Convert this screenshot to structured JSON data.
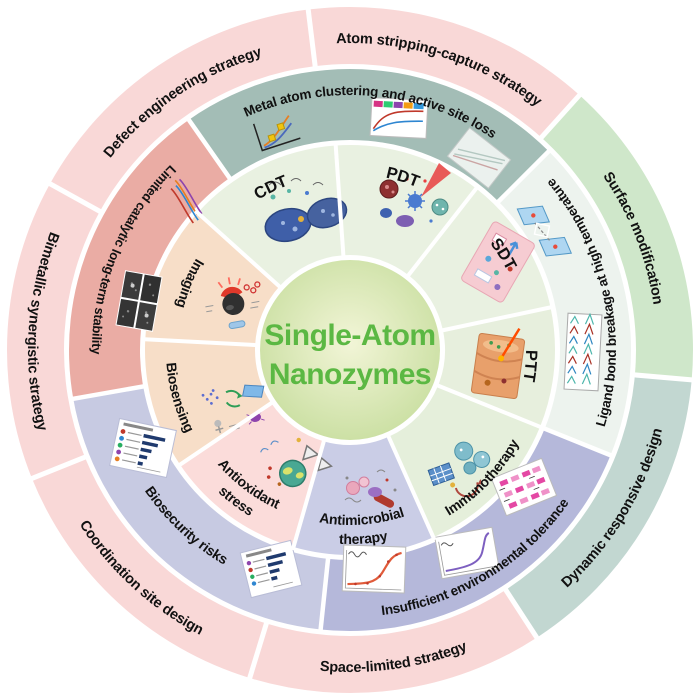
{
  "center": {
    "title_line1": "Single-Atom",
    "title_line2": "Nanozymes",
    "text_color": "#5bb843",
    "gradient_inner": "#f2f5d7",
    "gradient_edge": "#c8de9f"
  },
  "inner_ring": {
    "segments": [
      {
        "label": "CDT",
        "color": "#e9f1e1",
        "illustration": "cdt-blue-cells-diagram"
      },
      {
        "label": "PDT",
        "color": "#e9f1e1",
        "illustration": "pdt-photosensitizer-laser-diagram"
      },
      {
        "label": "SDT",
        "color": "#e9f1e1",
        "illustration": "sdt-pink-panel-diagram"
      },
      {
        "label": "PTT",
        "color": "#e7efdd",
        "illustration": "ptt-skin-laser-diagram"
      },
      {
        "label": "Immunotherapy",
        "color": "#e5efdb",
        "illustration": "immunotherapy-cells-cycle-diagram"
      },
      {
        "label_lines": [
          "Antimicrobial",
          "therapy"
        ],
        "color": "#cacde6",
        "illustration": "antimicrobial-bacteria-diagram"
      },
      {
        "label_lines": [
          "Antioxidant",
          "stress"
        ],
        "color": "#fbdcda",
        "illustration": "antioxidant-globe-triangles-diagram"
      },
      {
        "label": "Biosensing",
        "color": "#f7dec8",
        "illustration": "biosensing-assay-cycle-diagram"
      },
      {
        "label": "Imaging",
        "color": "#f7dec8",
        "illustration": "imaging-probe-glow-diagram"
      }
    ]
  },
  "middle_ring": {
    "segments": [
      {
        "label": "Metal atom clustering and active site loss",
        "color": "#a3bdb6",
        "illustration": "three-mini-charts"
      },
      {
        "label": "Ligand bond breakage at high temperature",
        "color": "#edf3ee",
        "illustration": "plates-and-spectra-panel"
      },
      {
        "label": "Insufficient environmental tolerance",
        "color": "#b5b8da",
        "illustration": "gel-panel-and-sigmoid-charts"
      },
      {
        "label": "Biosecurity risks",
        "color": "#c7cae2",
        "illustration": "two-bar-chart-panels"
      },
      {
        "label": "Limited catalytic long-term stability",
        "color": "#eaaca4",
        "illustration": "decay-curves-and-tem-grid"
      }
    ]
  },
  "outer_ring": {
    "segments": [
      {
        "label": "Atom stripping-capture strategy",
        "color": "#f9d8d7"
      },
      {
        "label": "Surface modification",
        "color": "#cfe7ca"
      },
      {
        "label": "Dynamic responsive design",
        "color": "#c2d7d1"
      },
      {
        "label": "Space-limited strategy",
        "color": "#f9d8d7"
      },
      {
        "label": "Coordination site design",
        "color": "#f9d8d7"
      },
      {
        "label": "Bimetallic synergistic strategy",
        "color": "#f9d8d7"
      },
      {
        "label": "Defect engineering strategy",
        "color": "#f9d8d7"
      }
    ]
  }
}
